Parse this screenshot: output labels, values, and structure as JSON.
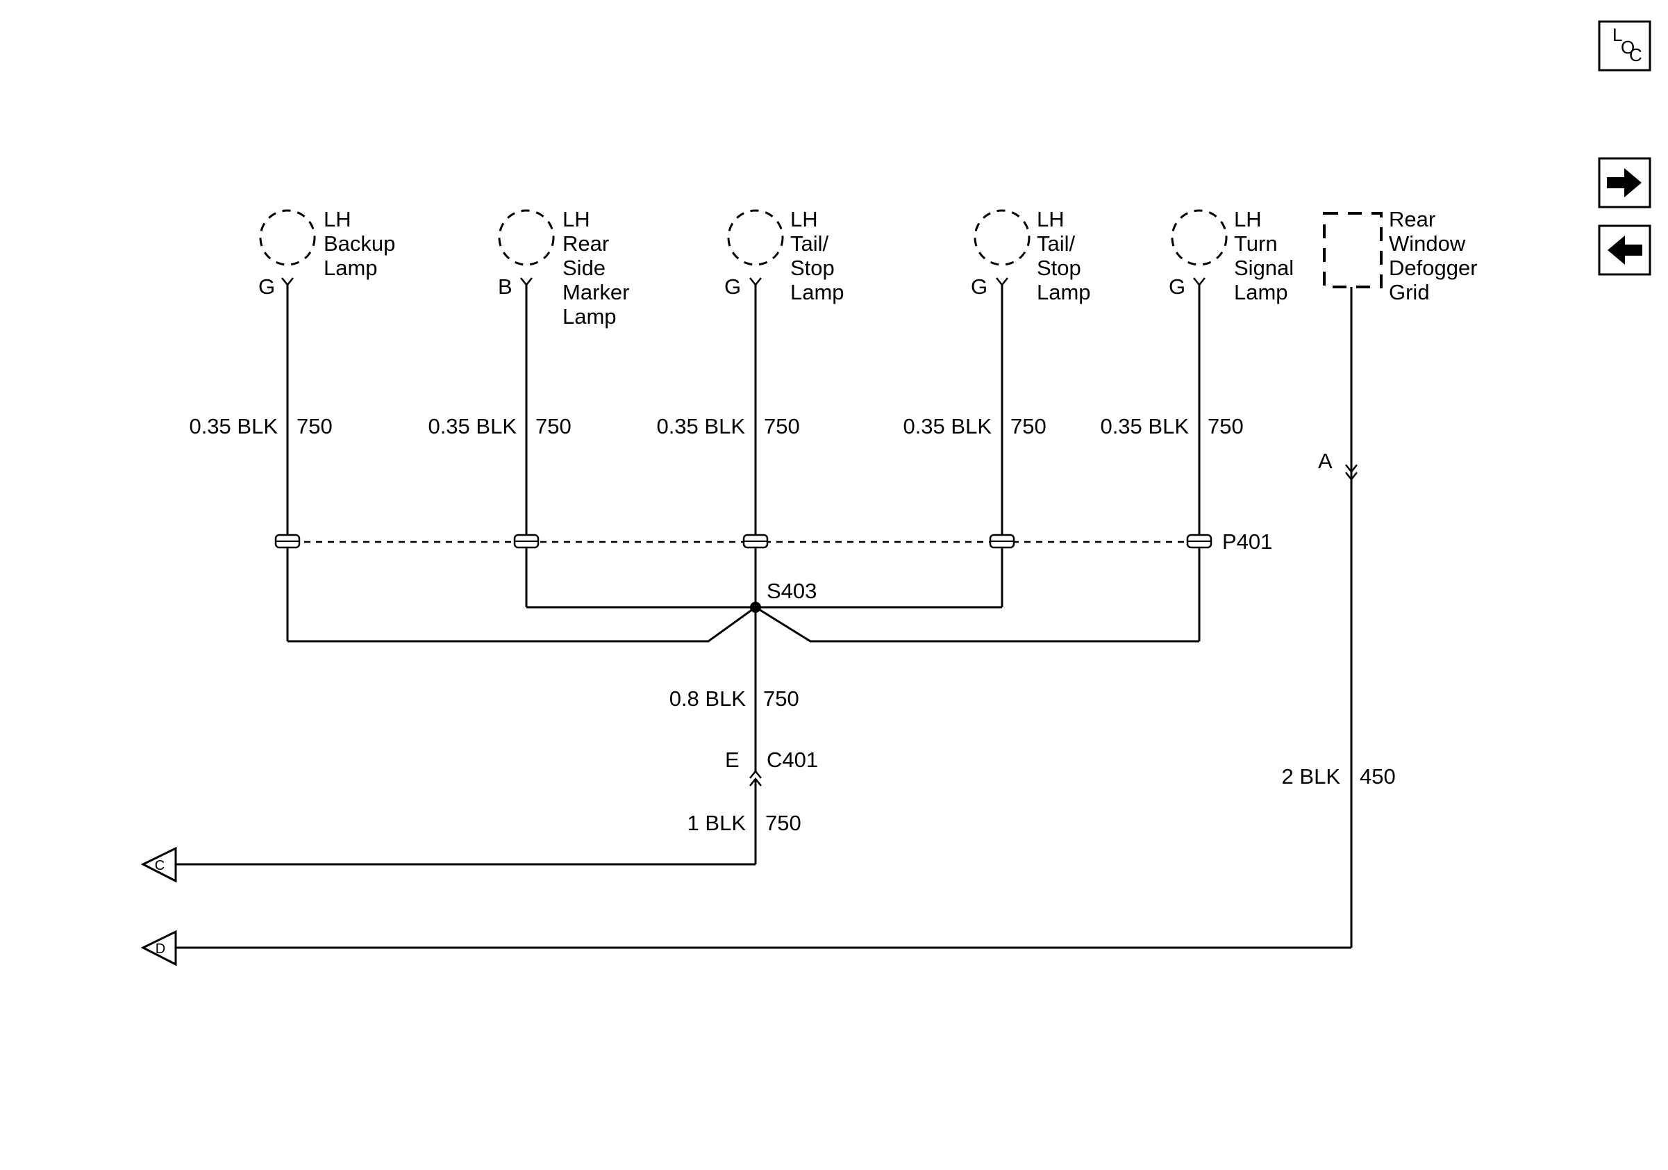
{
  "nav": {
    "loc_letters": [
      "L",
      "O",
      "C"
    ],
    "forward_icon": "arrow-right-icon",
    "back_icon": "arrow-left-icon"
  },
  "components": [
    {
      "lines": [
        "LH",
        "Backup",
        "Lamp"
      ],
      "pin": "G",
      "wire_size": "0.35 BLK",
      "circuit": "750"
    },
    {
      "lines": [
        "LH",
        "Rear",
        "Side",
        "Marker",
        "Lamp"
      ],
      "pin": "B",
      "wire_size": "0.35 BLK",
      "circuit": "750"
    },
    {
      "lines": [
        "LH",
        "Tail/",
        "Stop",
        "Lamp"
      ],
      "pin": "G",
      "wire_size": "0.35 BLK",
      "circuit": "750"
    },
    {
      "lines": [
        "LH",
        "Tail/",
        "Stop",
        "Lamp"
      ],
      "pin": "G",
      "wire_size": "0.35 BLK",
      "circuit": "750"
    },
    {
      "lines": [
        "LH",
        "Turn",
        "Signal",
        "Lamp"
      ],
      "pin": "G",
      "wire_size": "0.35 BLK",
      "circuit": "750"
    }
  ],
  "defogger": {
    "lines": [
      "Rear",
      "Window",
      "Defogger",
      "Grid"
    ],
    "pin": "A",
    "wire_size": "2 BLK",
    "circuit": "450"
  },
  "connector_p401": "P401",
  "splice": "S403",
  "trunk": {
    "wire_size": "0.8 BLK",
    "circuit": "750"
  },
  "connector_c401": {
    "pin": "E",
    "name": "C401"
  },
  "lower": {
    "wire_size": "1 BLK",
    "circuit": "750"
  },
  "offpage": [
    "C",
    "D"
  ]
}
